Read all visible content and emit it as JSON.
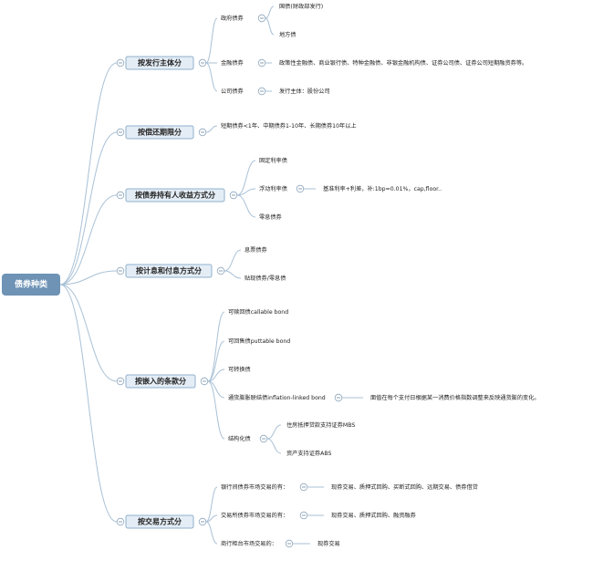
{
  "root": {
    "label": "债券种类"
  },
  "branches": [
    {
      "label": "按发行主体分",
      "children": [
        {
          "label": "政府债券",
          "children": [
            {
              "label": "国债(财政部发行)"
            },
            {
              "label": "地方债"
            }
          ]
        },
        {
          "label": "金融债券",
          "children": [
            {
              "label": "政策性金融债、商业银行债、特种金融债、非银金融机构债、证券公司债、证券公司短期融资券等。"
            }
          ]
        },
        {
          "label": "公司债券",
          "children": [
            {
              "label": "发行主体：股份公司"
            }
          ]
        }
      ]
    },
    {
      "label": "按偿还期限分",
      "children": [
        {
          "label": "短期债券<1年、中期债券1-10年、长期债券10年以上"
        }
      ]
    },
    {
      "label": "按债券持有人收益方式分",
      "children": [
        {
          "label": "固定利率债"
        },
        {
          "label": "浮动利率债",
          "children": [
            {
              "label": "基准利率+利差，补:1bp=0.01%，cap,floor.."
            }
          ]
        },
        {
          "label": "零息债券"
        }
      ]
    },
    {
      "label": "按计息和付息方式分",
      "children": [
        {
          "label": "息票债券"
        },
        {
          "label": "贴现债券/零息债"
        }
      ]
    },
    {
      "label": "按嵌入的条款分",
      "children": [
        {
          "label": "可赎回债callable bond"
        },
        {
          "label": "可回售债puttable bond"
        },
        {
          "label": "可转换债"
        },
        {
          "label": "通货膨胀联结债inflation-linked bond",
          "children": [
            {
              "label": "面值在每个支付日根据某一消费价格指数调整来反映通货膨的变化。"
            }
          ]
        },
        {
          "label": "结构化债",
          "children": [
            {
              "label": "住房抵押贷款支持证券MBS"
            },
            {
              "label": "资产支持证券ABS"
            }
          ]
        }
      ]
    },
    {
      "label": "按交易方式分",
      "children": [
        {
          "label": "银行间债券市场交易的有：",
          "children": [
            {
              "label": "现券交易、质押式回购、买断式回购、远期交易、债券借贷"
            }
          ]
        },
        {
          "label": "交易所债券市场交易的有：",
          "children": [
            {
              "label": "现券交易、质押式回购、融资融券"
            }
          ]
        },
        {
          "label": "商行柜台市场交易的：",
          "children": [
            {
              "label": "现券交易"
            }
          ]
        }
      ]
    }
  ]
}
